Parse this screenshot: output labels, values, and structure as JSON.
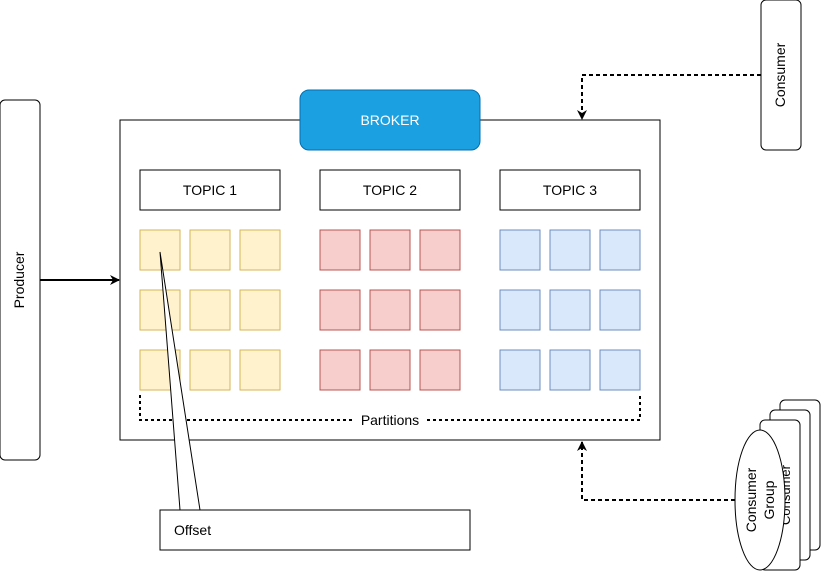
{
  "broker": {
    "label": "BROKER",
    "fill": "#1ba1e2",
    "stroke": "#006eaf",
    "text_color": "#ffffff"
  },
  "topics": [
    {
      "label": "TOPIC 1",
      "fill": "#fff2cc",
      "stroke": "#d6b656"
    },
    {
      "label": "TOPIC 2",
      "fill": "#f8cecc",
      "stroke": "#b85450"
    },
    {
      "label": "TOPIC 3",
      "fill": "#dae8fc",
      "stroke": "#6c8ebf"
    }
  ],
  "partitions_label": "Partitions",
  "producer_label": "Producer",
  "consumer_label": "Consumer",
  "consumer_group": {
    "label_line1": "Consumer",
    "label_line2": "Group",
    "stacked_label": "Consumer"
  },
  "offset_label": "Offset"
}
